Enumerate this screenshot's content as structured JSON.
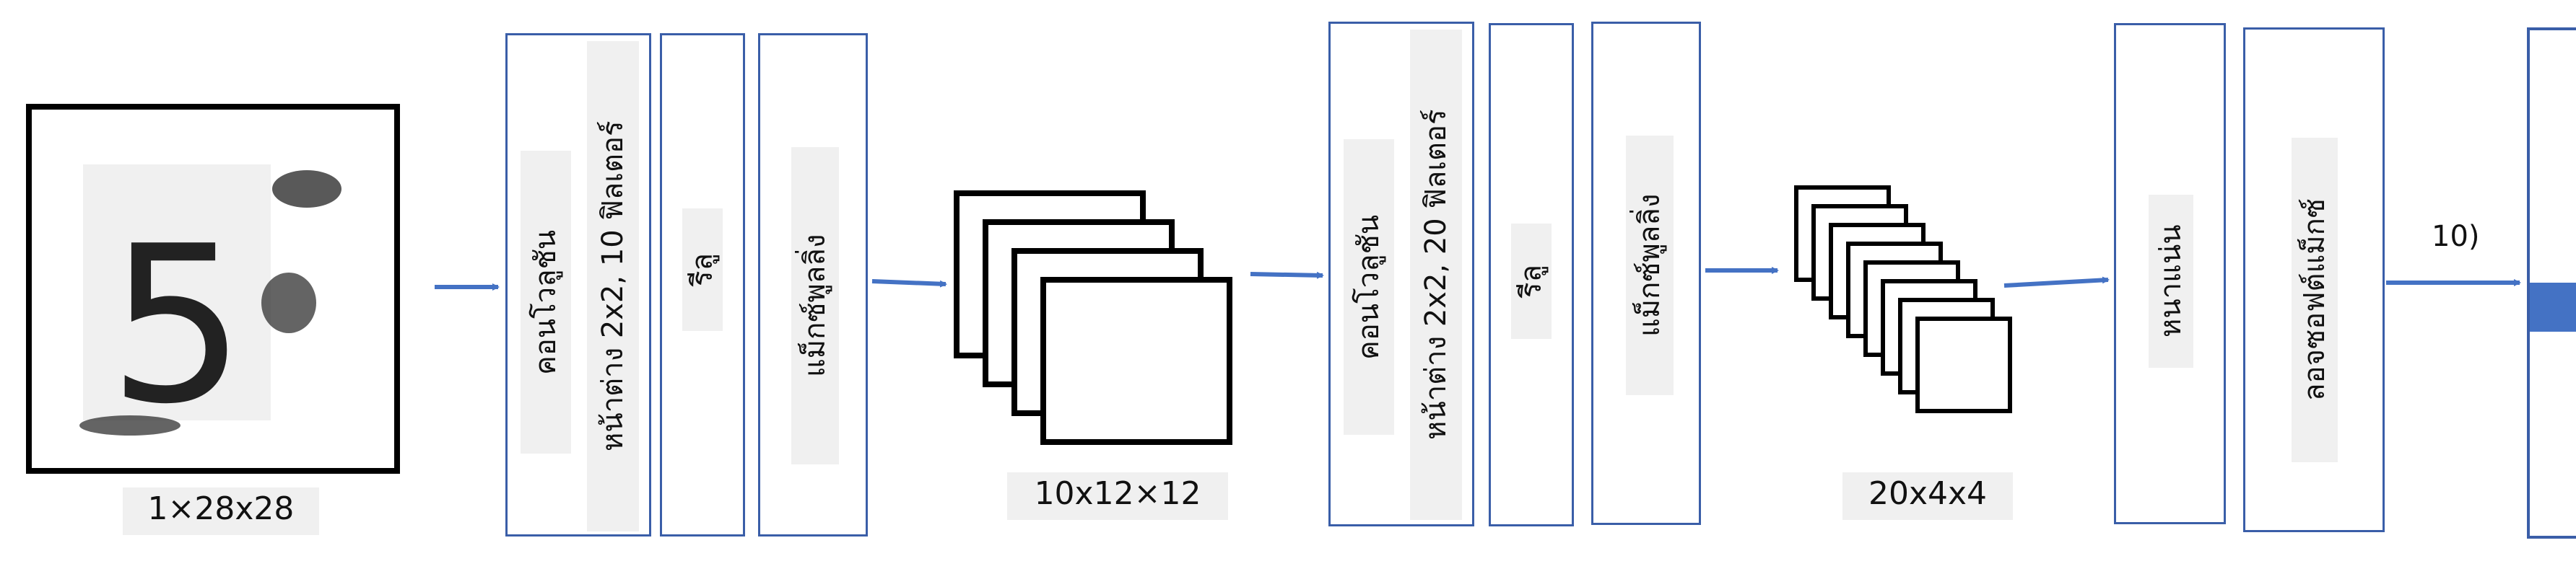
{
  "input": {
    "digit": "5",
    "dims": "1×28x28"
  },
  "block1": {
    "conv_line1": "คอนโวลูชัน",
    "conv_line2": "หน้าต่าง 2x2, 10 ฟิลเตอร์",
    "relu": "รีลู",
    "pool": "แม็กซ์พูลลิ่ง"
  },
  "feature1": {
    "dims": "10x12×12",
    "stack_count": 4
  },
  "block2": {
    "conv_line1": "คอนโวลูชัน",
    "conv_line2": "หน้าต่าง 2x2, 20 ฟิลเตอร์",
    "relu": "รีลู",
    "pool": "แม็กซ์พูลลิ่ง"
  },
  "feature2": {
    "dims": "20x4x4",
    "stack_count": 8
  },
  "dense": "หนาแน่น",
  "softmax": "ลอจซอฟต์แม็กซ์",
  "output": {
    "count": "10)"
  },
  "colors": {
    "box_border": "#3a5ea8",
    "arrow": "#4472c4",
    "label_bg": "#f0f0f0",
    "output_fill": "#4472c4"
  }
}
